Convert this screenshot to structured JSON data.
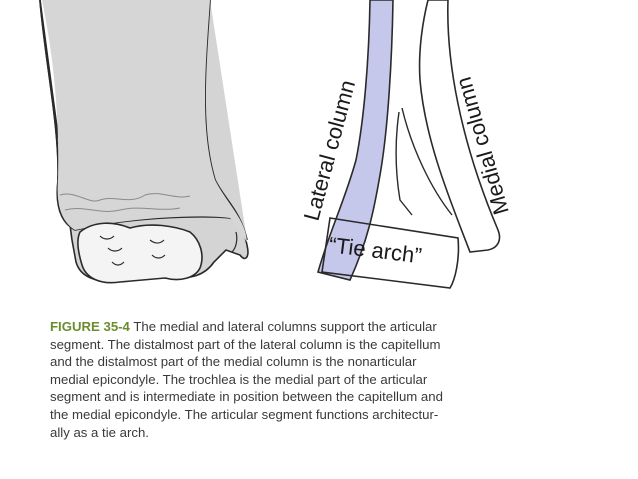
{
  "figure": {
    "labels": {
      "lateral_column": "Lateral column",
      "medial_column": "Medial column",
      "tie_arch": "“Tie arch”"
    },
    "colors": {
      "lateral_fill": "#c5c8ea",
      "bone_fill": "#d4d4d4",
      "line": "#2a2a2a"
    }
  },
  "caption": {
    "figure_number": "FIGURE 35-4",
    "lines": [
      " The medial and lateral columns support the articular",
      "segment. The distalmost part of the lateral column is the capitellum",
      "and the distalmost part of the medial column is the nonarticular",
      "medial epicondyle. The trochlea is the medial part of the articular",
      "segment and is intermediate in position between the capitellum and",
      "the medial epicondyle. The articular segment functions architectur-",
      "ally as a tie arch."
    ]
  }
}
